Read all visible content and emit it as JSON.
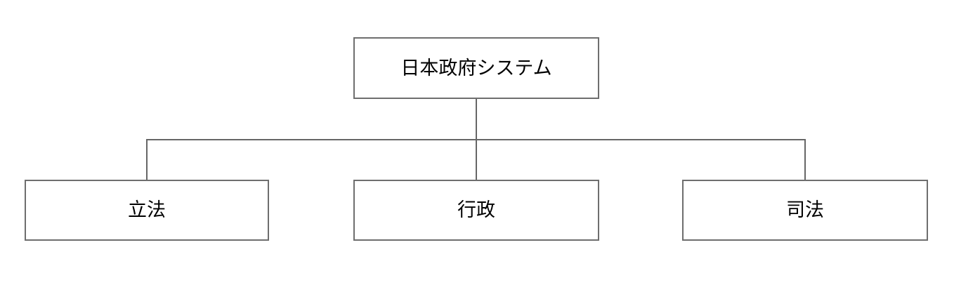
{
  "diagram": {
    "type": "org-chart",
    "root": {
      "id": "root",
      "label": "日本政府システム"
    },
    "children": [
      {
        "id": "legislative",
        "label": "立法"
      },
      {
        "id": "executive",
        "label": "行政"
      },
      {
        "id": "judicial",
        "label": "司法"
      }
    ],
    "edges": [
      {
        "from": "root",
        "to": "legislative"
      },
      {
        "from": "root",
        "to": "executive"
      },
      {
        "from": "root",
        "to": "judicial"
      }
    ]
  },
  "colors": {
    "background": "#ffffff",
    "node_border": "#6e6e6e",
    "connector_line": "#666666",
    "node_fill": "#ffffff",
    "text": "#000000"
  }
}
